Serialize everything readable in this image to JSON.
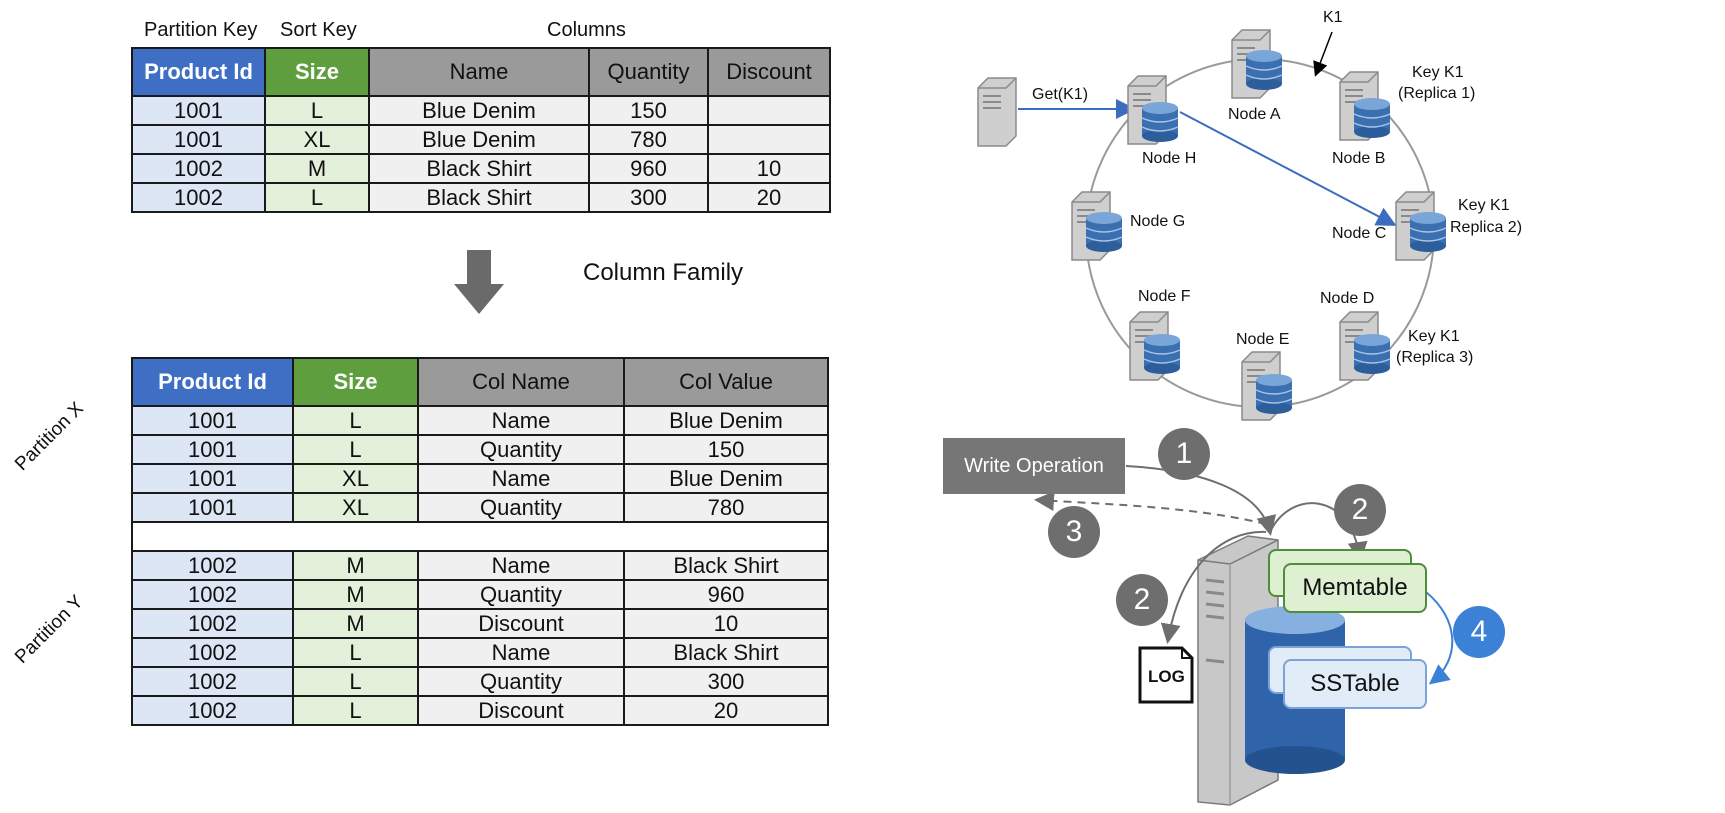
{
  "top_table": {
    "partition_key_label": "Partition Key",
    "sort_key_label": "Sort Key",
    "columns_label": "Columns",
    "headers": [
      "Product Id",
      "Size",
      "Name",
      "Quantity",
      "Discount"
    ],
    "rows": [
      [
        "1001",
        "L",
        "Blue Denim",
        "150",
        ""
      ],
      [
        "1001",
        "XL",
        "Blue Denim",
        "780",
        ""
      ],
      [
        "1002",
        "M",
        "Black Shirt",
        "960",
        "10"
      ],
      [
        "1002",
        "L",
        "Black Shirt",
        "300",
        "20"
      ]
    ]
  },
  "column_family_label": "Column Family",
  "bottom_table": {
    "headers": [
      "Product Id",
      "Size",
      "Col Name",
      "Col Value"
    ],
    "partition_x_label": "Partition X",
    "partition_y_label": "Partition Y",
    "partition_x_rows": [
      [
        "1001",
        "L",
        "Name",
        "Blue Denim"
      ],
      [
        "1001",
        "L",
        "Quantity",
        "150"
      ],
      [
        "1001",
        "XL",
        "Name",
        "Blue Denim"
      ],
      [
        "1001",
        "XL",
        "Quantity",
        "780"
      ]
    ],
    "partition_y_rows": [
      [
        "1002",
        "M",
        "Name",
        "Black Shirt"
      ],
      [
        "1002",
        "M",
        "Quantity",
        "960"
      ],
      [
        "1002",
        "M",
        "Discount",
        "10"
      ],
      [
        "1002",
        "L",
        "Name",
        "Black Shirt"
      ],
      [
        "1002",
        "L",
        "Quantity",
        "300"
      ],
      [
        "1002",
        "L",
        "Discount",
        "20"
      ]
    ]
  },
  "ring": {
    "k1_label": "K1",
    "get_label": "Get(K1)",
    "nodes": [
      "Node A",
      "Node B",
      "Node C",
      "Node D",
      "Node E",
      "Node F",
      "Node G",
      "Node H"
    ],
    "replica1": [
      "Key K1",
      "(Replica 1)"
    ],
    "replica2": [
      "Key K1",
      "Replica 2)"
    ],
    "replica3": [
      "Key K1",
      "(Replica 3)"
    ]
  },
  "write": {
    "write_op_label": "Write Operation",
    "memtable_label": "Memtable",
    "sstable_label": "SSTable",
    "log_label": "LOG",
    "steps": [
      "1",
      "2",
      "3",
      "2",
      "4"
    ]
  },
  "colors": {
    "partition_key": "#3f6fc4",
    "sort_key": "#5f9e3f",
    "columns_header": "#9a9a9a",
    "arrow_blue": "#3b6cc0",
    "step4": "#3b82d6"
  }
}
